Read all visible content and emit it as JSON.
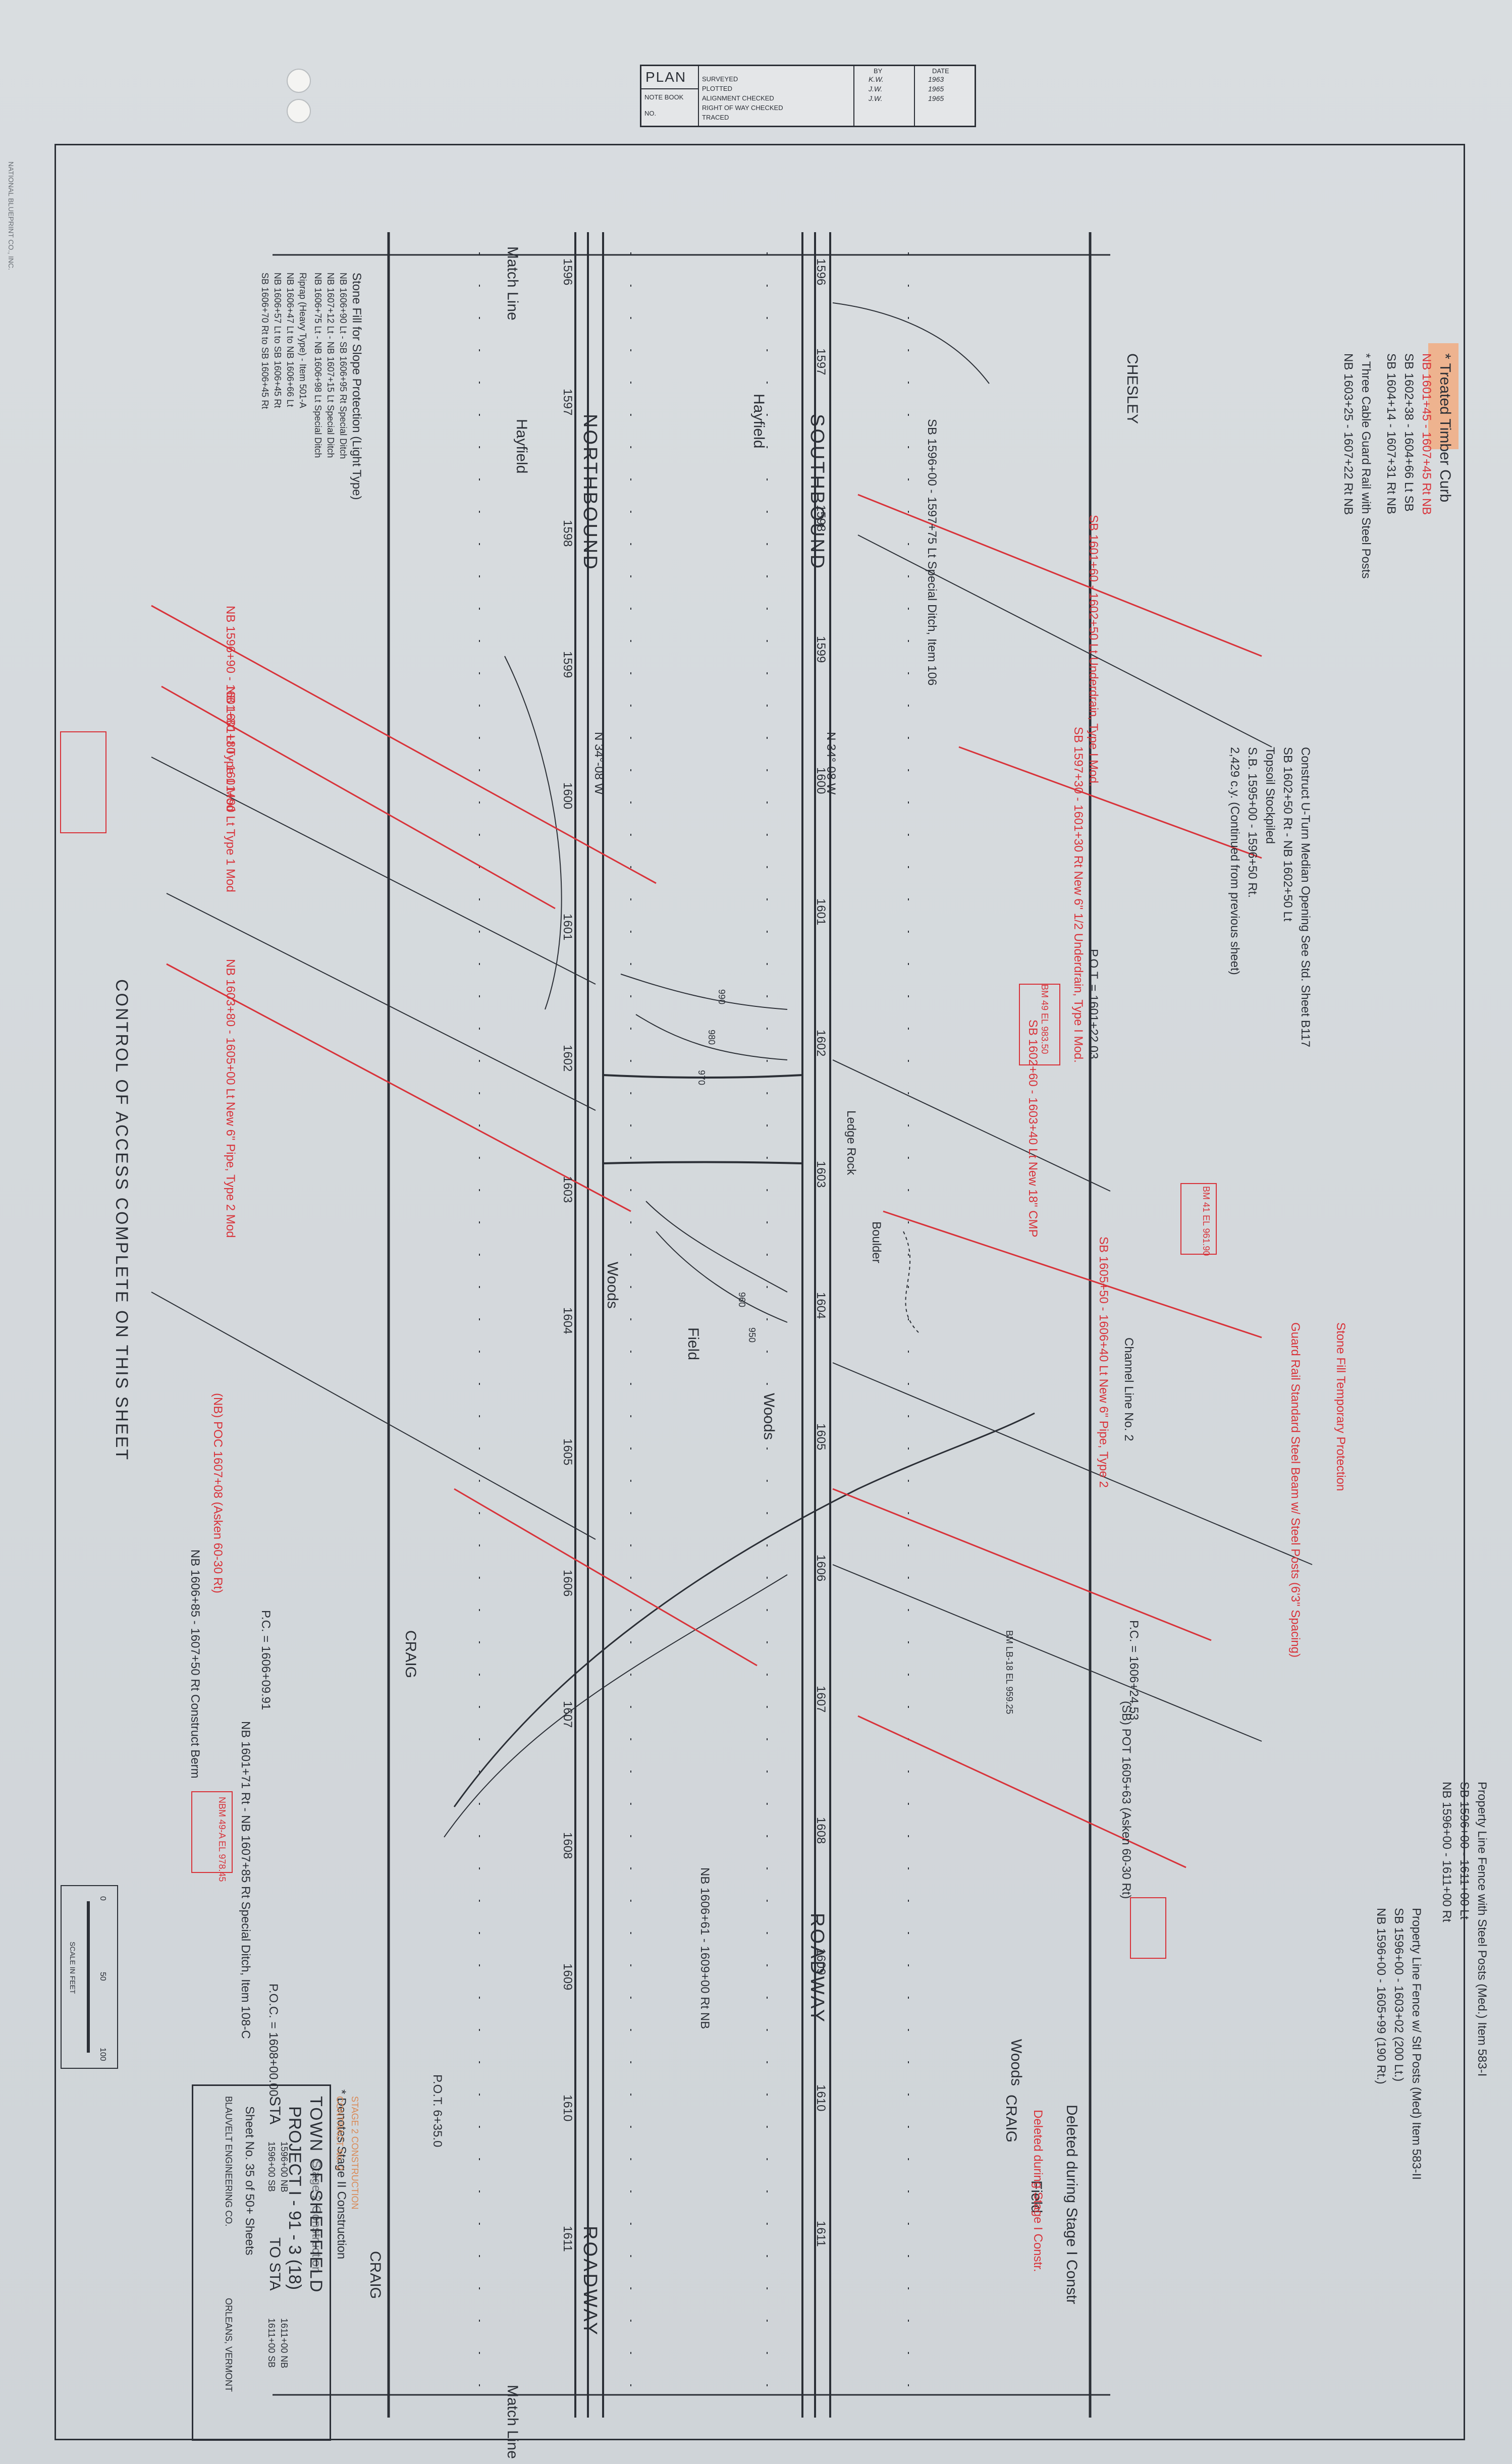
{
  "plan_box": {
    "title": "PLAN",
    "note_book": "NOTE BOOK",
    "no": "NO.",
    "rows": [
      {
        "label": "SURVEYED",
        "by": "K.W.",
        "date": "1963"
      },
      {
        "label": "PLOTTED",
        "by": "J.W.",
        "date": "1965"
      },
      {
        "label": "ALIGNMENT CHECKED",
        "by": "J.W.",
        "date": "1965"
      },
      {
        "label": "RIGHT OF WAY CHECKED",
        "by": "",
        "date": ""
      },
      {
        "label": "TRACED",
        "by": "",
        "date": ""
      }
    ],
    "col_by": "BY",
    "col_date": "DATE"
  },
  "margin_stamp": "NATIONAL BLUEPRINT CO., INC.",
  "match_line_top": "Match Line",
  "match_line_bottom": "Match Line",
  "labels": {
    "northbound": "NORTHBOUND",
    "southbound": "SOUTHBOUND",
    "roadway_nb": "ROADWAY",
    "roadway_sb": "ROADWAY",
    "chesley": "CHESLEY",
    "hayfield_1": "Hayfield",
    "hayfield_2": "Hayfield",
    "woods_1": "Woods",
    "woods_2": "Woods",
    "woods_3": "Woods",
    "field_1": "Field",
    "field_2": "Field",
    "craig_1": "CRAIG",
    "craig_2": "CRAIG",
    "craig_3": "CRAIG",
    "ledge_rock": "Ledge Rock",
    "boulder": "Boulder",
    "control_of_access": "CONTROL OF ACCESS COMPLETE ON THIS SHEET",
    "bearing_nb": "N 34°-08 W",
    "bearing_sb": "N 34°-08 W"
  },
  "right_notes": [
    "* Treated Timber Curb",
    "NB 1601+45 - 1607+45 Rt  NB",
    "SB 1602+38 - 1604+66 Lt  SB",
    "SB 1604+14 - 1607+31 Rt  NB",
    "* Three Cable Guard Rail with Steel Posts",
    "NB 1603+25 - 1607+22 Rt  NB",
    "Construct U-Turn Median Opening  See Std. Sheet B117",
    "SB 1602+50 Rt - NB 1602+50 Lt",
    "Topsoil Stockpiled",
    "S.B. 1595+00 - 1596+50 Rt.",
    "2,429 c.y. (Continued from previous sheet)"
  ],
  "left_notes": [
    "Stone Fill for Slope Protection (Light Type)",
    "NB 1606+90 Lt - SB 1606+95 Rt  Special Ditch",
    "NB 1607+12 Lt - NB 1607+15 Lt  Special Ditch",
    "NB 1606+75 Lt - NB 1606+98 Lt  Special Ditch",
    "Riprap (Heavy Type) - Item 501-A",
    "NB 1606+47 Lt to NB 1606+66 Lt",
    "NB 1606+57 Lt to SB 1606+45 Rt",
    "SB 1606+70 Rt to SB 1606+45 Rt"
  ],
  "center_notes": [
    "SB 1596+00 - 1597+75 Lt  Special Ditch, Item 106",
    "P.O.T. = 1601+22.03",
    "P.C. = 1606+24.53",
    "P.C. = 1606+09.91",
    "P.O.C. = 1608+00.00",
    "P.O.T. 6+35.0",
    "NB 1606+61 - 1609+00 Rt  NB",
    "Channel Line No. 2",
    "Property Line Fence with Steel Posts (Med.) Item 583-I",
    "SB 1596+00 - 1611+00 Lt",
    "NB 1596+00 - 1611+00 Rt",
    "Property Line Fence w/ Stl Posts (Med) Item 583-II",
    "SB 1596+00 - 1603+02 (200 Lt.)",
    "NB 1596+00 - 1605+99 (190 Rt.)",
    "Deleted during Stage I Constr",
    "NB 1601+71 Rt - NB 1607+85 Rt  Special Ditch, Item 108-C",
    "NB 1606+85 - 1607+50 Rt  Construct Berm",
    "* Denotes Stage II Construction",
    "Stage 2 Construction"
  ],
  "red_notes": [
    "NB 1596+90 - 1601+80 Lt  Type 1 Mod",
    "NB 1601+80 - 1601+90 Lt  Type 1 Mod",
    "SB 1601+60 - 1602+50 Lt  Underdrain, Type I Mod.",
    "SB 1597+30 - 1601+30 Rt  New 6\" 1/2 Underdrain, Type I Mod.",
    "NB 1603+80 - 1605+00 Lt  New 6\" Pipe, Type 2 Mod",
    "SB 1602+60 - 1603+40 Lt  New 18\" CMP",
    "SB 1605+50 - 1606+40 Lt  New 6\" Pipe, Type 2",
    "Stone Fill Temporary Protection",
    "Guard Rail Standard Steel Beam w/ Steel Posts (6'3\" Spacing)",
    "Deleted during Stage I Constr.",
    "(NB) POC 1607+08 (Asken 60-30 Rt)",
    "(SB) POT 1605+63 (Asken 60-30 Rt)",
    "BM 49 EL 983.50",
    "BM LB-18 EL 959.25",
    "BM 41 EL 961.90",
    "NBM 49-A EL 978.45"
  ],
  "stations_nb": [
    "1596",
    "1597",
    "1598",
    "1599",
    "1600",
    "1601",
    "1602",
    "1603",
    "1604",
    "1605",
    "1606",
    "1607",
    "1608",
    "1609",
    "1610",
    "1611"
  ],
  "stations_sb": [
    "1596",
    "1597",
    "1598",
    "1599",
    "1600",
    "1601",
    "1602",
    "1603",
    "1604",
    "1605",
    "1606",
    "1607",
    "1608",
    "1609",
    "1610",
    "1611"
  ],
  "contours": [
    "990",
    "980",
    "970",
    "960",
    "950"
  ],
  "scale": {
    "label": "SCALE IN FEET",
    "min": "0",
    "mid": "50",
    "max": "100"
  },
  "title_block": {
    "town": "TOWN OF SHEFFIELD",
    "project": "PROJECT I - 91 - 3 (18)",
    "sta_from_nb": "1596+00 NB",
    "sta_from_sb": "1596+00 SB",
    "sta_to_nb": "1611+00 NB",
    "sta_to_sb": "1611+00 SB",
    "sta": "STA",
    "to_sta": "TO STA",
    "sheet": "Sheet No. 35 of 50+ Sheets",
    "engineer": "BLAUVELT ENGINEERING CO.",
    "place": "ORLEANS, VERMONT",
    "contract": "CONTRACT No. 2",
    "stage": "STAGE 2 CONSTRUCTION"
  },
  "colors": {
    "paper": "#d5d9dc",
    "ink": "#2b2f36",
    "red": "#d8333a",
    "label_bg": "#f4a97a"
  }
}
